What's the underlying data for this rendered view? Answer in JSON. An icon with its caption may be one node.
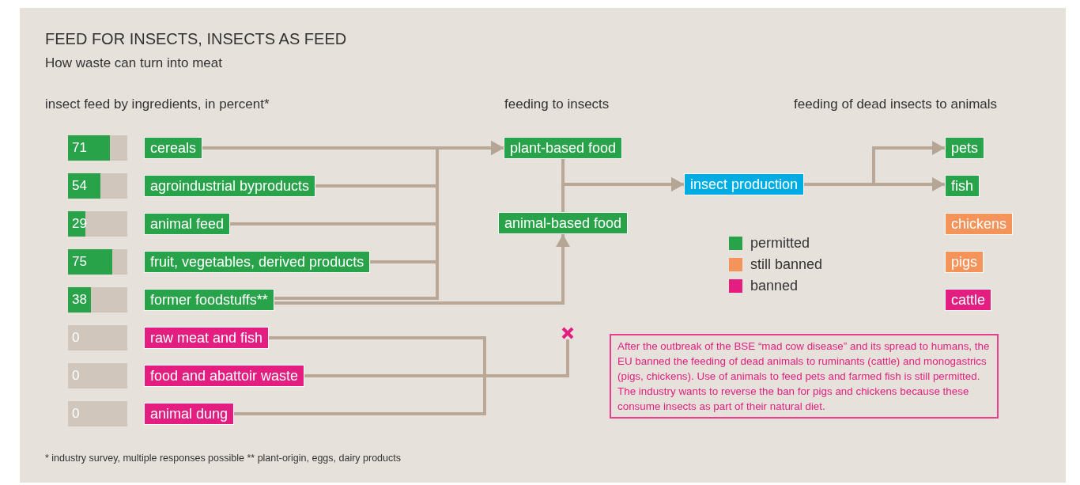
{
  "diagram": {
    "title": "FEED FOR INSECTS, INSECTS AS FEED",
    "nodes": [
      {
        "text": [
          "cereals"
        ]
      },
      {
        "text": [
          "agroindustrial byproducts"
        ]
      },
      {
        "text": [
          "animal feed"
        ]
      },
      {
        "text": [
          "fruit, vegetables, derived products"
        ]
      },
      {
        "text": [
          "former foodstuffs**"
        ]
      },
      {
        "text": [
          "raw meat and fish"
        ]
      },
      {
        "text": [
          "food and abattoir waste"
        ]
      },
      {
        "text": [
          "animal dung"
        ]
      },
      {
        "text": [
          "plant-based food"
        ]
      },
      {
        "text": [
          "animal-based food"
        ]
      },
      {
        "text": [
          "insect production"
        ]
      },
      {
        "text": [
          "pets"
        ]
      },
      {
        "text": [
          "fish"
        ]
      },
      {
        "text": [
          "chickens"
        ]
      },
      {
        "text": [
          "pigs"
        ]
      },
      {
        "text": [
          "cattle"
        ]
      },
      {
        "text": [
          "After the outbreak of the BSE “mad cow disease” and its spread to humans, the EU banned the feeding of dead animals to ruminants (cattle) and monogastrics (pigs, chickens). Use of animals to feed pets and farmed fish is still permitted. The industry wants to reverse the ban for pigs and chickens because these consume insects as part of their natural diet."
        ]
      },
      {
        "text": [],
        "shape": "cross"
      }
    ],
    "edges": [
      {
        "from": 0,
        "to": 8,
        "arrow": "to"
      },
      {
        "from": 1,
        "to": 8,
        "arrow": "to"
      },
      {
        "from": 2,
        "to": 8,
        "arrow": "to"
      },
      {
        "from": 3,
        "to": 8,
        "arrow": "to"
      },
      {
        "from": 4,
        "to": 8,
        "arrow": "to"
      },
      {
        "from": 4,
        "to": 9,
        "arrow": "to"
      },
      {
        "from": 8,
        "to": 10,
        "arrow": "to"
      },
      {
        "from": 9,
        "to": 10,
        "arrow": "to"
      },
      {
        "from": 10,
        "to": 11,
        "arrow": "to"
      },
      {
        "from": 10,
        "to": 12,
        "arrow": "to"
      },
      {
        "from": 5,
        "to": 17,
        "arrow": "none"
      },
      {
        "from": 6,
        "to": 17,
        "arrow": "none"
      },
      {
        "from": 7,
        "to": 17,
        "arrow": "none"
      }
    ],
    "labels": [
      "How waste can turn into meat",
      "insect feed by ingredients, in percent*",
      "feeding to insects",
      "feeding of dead insects to animals",
      "71",
      "54",
      "29",
      "75",
      "38",
      "0",
      "0",
      "0",
      "* industry survey, multiple responses possible ** plant-origin, eggs, dairy products"
    ],
    "legend": [
      {
        "text": "permitted",
        "color": "#29a34a"
      },
      {
        "text": "still banned",
        "color": "#f4935a"
      },
      {
        "text": "banned",
        "color": "#e31e80"
      }
    ]
  }
}
